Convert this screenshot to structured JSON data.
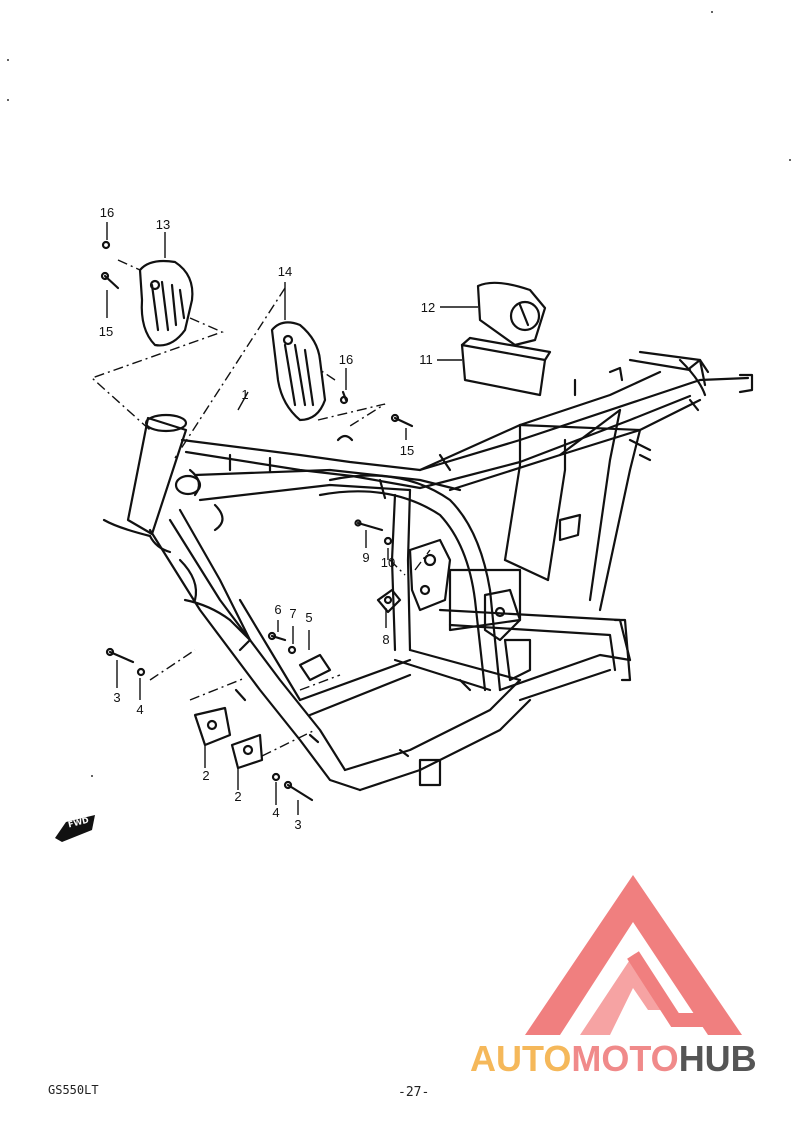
{
  "diagram": {
    "callouts": [
      {
        "id": "c16a",
        "text": "16"
      },
      {
        "id": "c13",
        "text": "13"
      },
      {
        "id": "c15a",
        "text": "15"
      },
      {
        "id": "c14",
        "text": "14"
      },
      {
        "id": "c12",
        "text": "12"
      },
      {
        "id": "c11",
        "text": "11"
      },
      {
        "id": "c1",
        "text": "1"
      },
      {
        "id": "c16b",
        "text": "16"
      },
      {
        "id": "c15b",
        "text": "15"
      },
      {
        "id": "c9",
        "text": "9"
      },
      {
        "id": "c10",
        "text": "10"
      },
      {
        "id": "c8",
        "text": "8"
      },
      {
        "id": "c6",
        "text": "6"
      },
      {
        "id": "c7",
        "text": "7"
      },
      {
        "id": "c5",
        "text": "5"
      },
      {
        "id": "c3a",
        "text": "3"
      },
      {
        "id": "c4a",
        "text": "4"
      },
      {
        "id": "c2a",
        "text": "2"
      },
      {
        "id": "c2b",
        "text": "2"
      },
      {
        "id": "c4b",
        "text": "4"
      },
      {
        "id": "c3b",
        "text": "3"
      }
    ],
    "fwd_label": "FWD"
  },
  "footer": {
    "model_code": "GS550LT",
    "page_number": "-27-"
  },
  "watermark": {
    "brand_parts": [
      "AUTO",
      "MOTO",
      "HUB"
    ],
    "colors": {
      "auto": "#f5b85a",
      "moto": "#f08a8a",
      "hub": "#555555",
      "triangle_outer": "#f07f7f",
      "triangle_inner": "#f6a3a3"
    }
  }
}
